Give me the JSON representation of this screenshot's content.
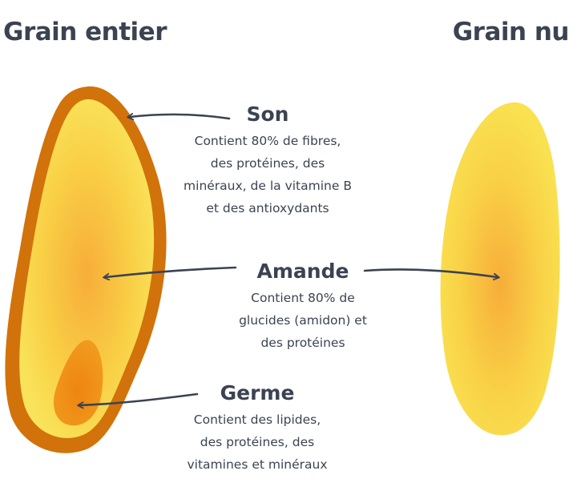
{
  "titles": {
    "left": "Grain entier",
    "right": "Grain nu"
  },
  "parts": {
    "son": {
      "name": "Son",
      "desc_lines": [
        "Contient 80% de fibres,",
        "des protéines, des",
        "minéraux, de la vitamine B",
        "et des antioxydants"
      ]
    },
    "amande": {
      "name": "Amande",
      "desc_lines": [
        "Contient 80% de",
        "glucides (amidon) et",
        "des protéines"
      ]
    },
    "germe": {
      "name": "Germe",
      "desc_lines": [
        "Contient des lipides,",
        "des protéines, des",
        "vitamines et minéraux"
      ]
    }
  },
  "colors": {
    "text": "#3b4352",
    "bran": "#d2720a",
    "endosperm_edge": "#f8d944",
    "endosperm_center": "#f7ad3a",
    "germ": "#ee8a10",
    "arrow": "#3b4352"
  }
}
